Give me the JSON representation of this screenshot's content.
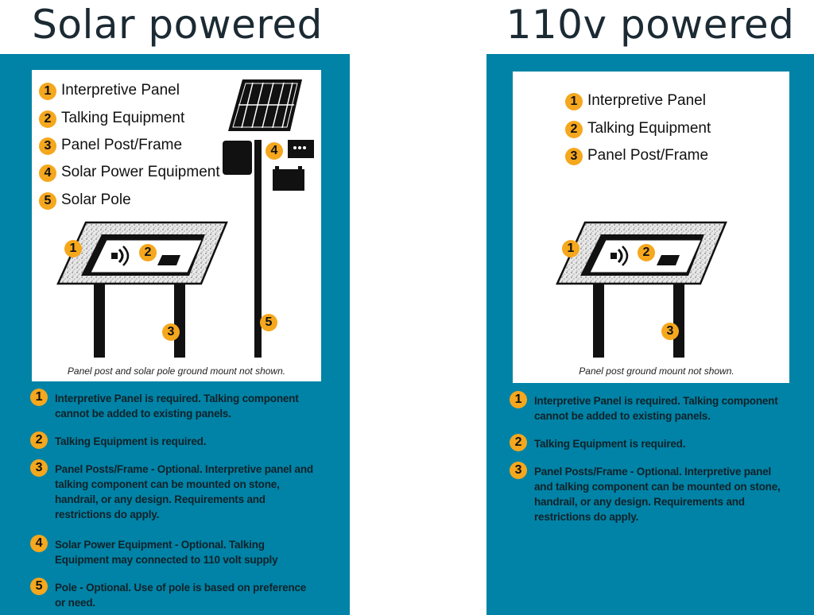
{
  "left": {
    "title": "Solar powered",
    "legend": [
      "Interpretive Panel",
      "Talking Equipment",
      "Panel Post/Frame",
      "Solar Power Equipment",
      "Solar Pole"
    ],
    "caption": "Panel post and solar pole ground mount not shown.",
    "notes": [
      {
        "num": "1",
        "lines": [
          "Interpretive Panel is required.  Talking component",
          "cannot be added to existing panels."
        ]
      },
      {
        "num": "2",
        "lines": [
          "Talking Equipment is required."
        ]
      },
      {
        "num": "3",
        "lines": [
          "Panel Posts/Frame - Optional. Interpretive panel and",
          "talking component can be mounted on stone,",
          "handrail, or any design.  Requirements and",
          "restrictions do apply."
        ]
      },
      {
        "num": "4",
        "lines": [
          "Solar Power Equipment - Optional.  Talking",
          "Equipment may connected to 110 volt supply"
        ]
      },
      {
        "num": "5",
        "lines": [
          "Pole - Optional. Use of pole is based on preference",
          "or need."
        ]
      }
    ]
  },
  "right": {
    "title": "110v powered",
    "legend": [
      "Interpretive Panel",
      "Talking Equipment",
      "Panel Post/Frame"
    ],
    "caption": "Panel post ground mount not shown.",
    "notes": [
      {
        "num": "1",
        "lines": [
          "Interpretive Panel is required.  Talking component",
          "cannot be added to existing panels."
        ]
      },
      {
        "num": "2",
        "lines": [
          "Talking Equipment is required."
        ]
      },
      {
        "num": "3",
        "lines": [
          "Panel Posts/Frame - Optional. Interpretive panel",
          "and talking component can be mounted on stone,",
          "handrail, or any design.  Requirements and",
          "restrictions do apply."
        ]
      }
    ]
  },
  "badges": [
    "1",
    "2",
    "3",
    "4",
    "5"
  ],
  "colors": {
    "teal": "#0083a6",
    "badge": "#f5a71d"
  }
}
